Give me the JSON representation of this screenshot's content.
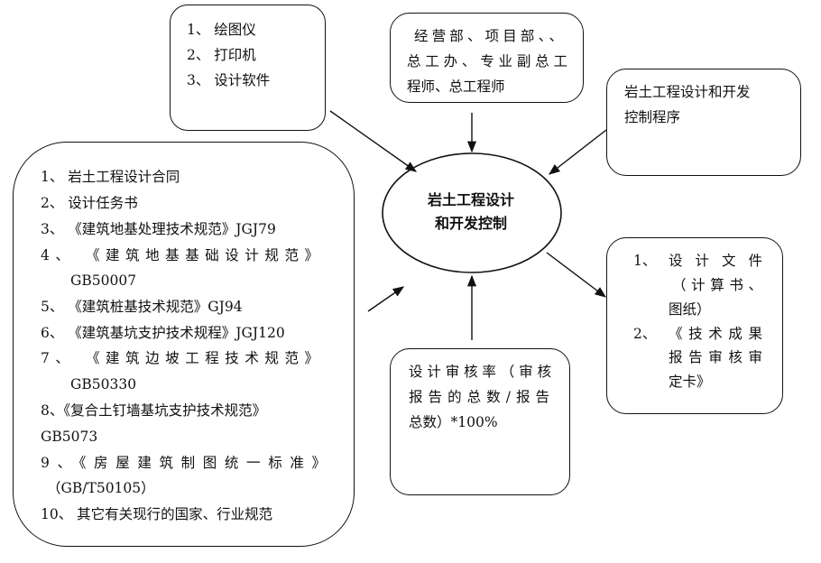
{
  "center": {
    "lines": [
      "岩土工程设计",
      "和开发控制"
    ]
  },
  "tools_box": {
    "lines": [
      "1、 绘图仪",
      "2、 打印机",
      "3、 设计软件"
    ]
  },
  "departments_box": {
    "lines": [
      "经营部、项目部、、",
      "总工办、专业副总工",
      "程师、总工程师"
    ]
  },
  "procedure_box": {
    "lines": [
      "岩土工程设计和开发",
      "控制程序"
    ]
  },
  "inputs_box": {
    "lines": [
      "1、 岩土工程设计合同",
      "2、 设计任务书",
      "3、 《建筑地基处理技术规范》JGJ79",
      "4、 《建筑地基基础设计规范》",
      "GB50007",
      "5、 《建筑桩基技术规范》GJ94",
      "6、 《建筑基坑支护技术规程》JGJ120",
      "7、 《建筑边坡工程技术规范》",
      "GB50330",
      "8、《复合土钉墙基坑支护技术规范》",
      "GB5073",
      "9、《房屋建筑制图统一标准》",
      "（GB/T50105）",
      "10、 其它有关现行的国家、行业规范"
    ]
  },
  "metric_box": {
    "lines": [
      "设计审核率（审核",
      "报告的总数/报告",
      "总数）*100%"
    ]
  },
  "outputs_box": {
    "lines": [
      "1、",
      "设 计 文 件",
      "（计算书、",
      "图纸）",
      "2、",
      "《技术成果",
      "报告审核审",
      "定卡》"
    ]
  }
}
